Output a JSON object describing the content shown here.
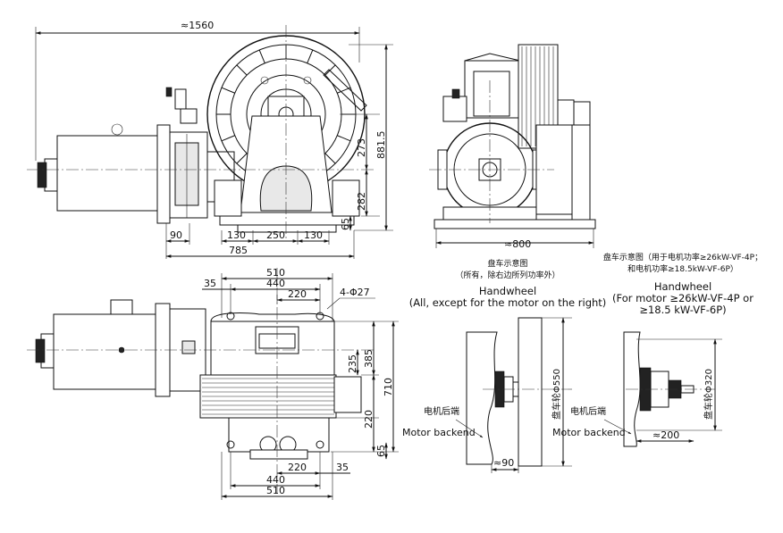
{
  "dimensions": {
    "front": {
      "overall_width": "≈1560",
      "left_ext": "90",
      "base_left": "130",
      "base_mid": "250",
      "base_right": "130",
      "base_total": "785",
      "upper_height": "273",
      "lower_height": "282",
      "base_height": "65",
      "total_height": "881.5"
    },
    "side": {
      "width": "≈800"
    },
    "top": {
      "top_510": "510",
      "top_440": "440",
      "top_220": "220",
      "top_35": "35",
      "holes": "4-Φ27",
      "h_385": "385",
      "h_235": "235",
      "h_220": "220",
      "h_710": "710",
      "h_65": "65",
      "bottom_220": "220",
      "bottom_35": "35",
      "bottom_440": "440",
      "bottom_510": "510"
    }
  },
  "handwheel_left": {
    "title_cn": "盘车示意图",
    "subtitle_cn": "（所有，除右边所列功率外）",
    "title_en": "Handwheel",
    "subtitle_en": "(All, except for the motor on the right)",
    "wheel_label": "盘车轮Φ550",
    "backend_cn": "电机后端",
    "backend_en": "Motor backend",
    "offset": "≈90"
  },
  "handwheel_right": {
    "title_cn": "盘车示意图（用于电机功率≥26kW-VF-4P；",
    "title_cn_line2": "和电机功率≥18.5kW-VF-6P）",
    "title_en": "Handwheel",
    "subtitle_en": "(For motor ≥26kW-VF-4P or",
    "subtitle_en_line2": "≥18.5 kW-VF-6P)",
    "wheel_label": "盘车轮Φ320",
    "backend_cn": "电机后端",
    "backend_en": "Motor backend",
    "offset": "≈200"
  }
}
